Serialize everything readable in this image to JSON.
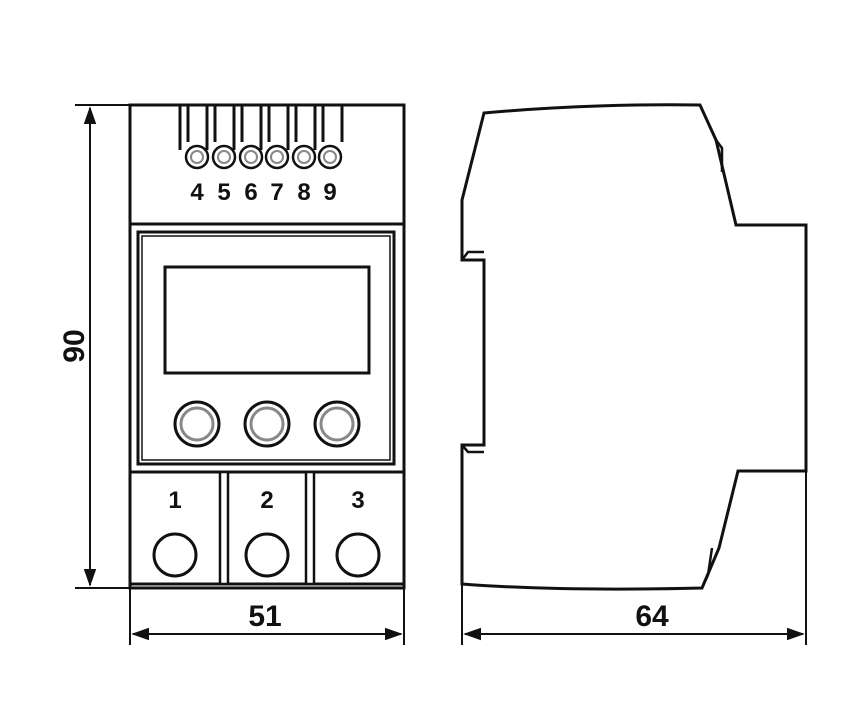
{
  "diagram": {
    "top_terminals": [
      "4",
      "5",
      "6",
      "7",
      "8",
      "9"
    ],
    "bottom_terminals": [
      "1",
      "2",
      "3"
    ],
    "dimensions": {
      "height": "90",
      "front_width": "51",
      "side_depth": "64"
    }
  }
}
